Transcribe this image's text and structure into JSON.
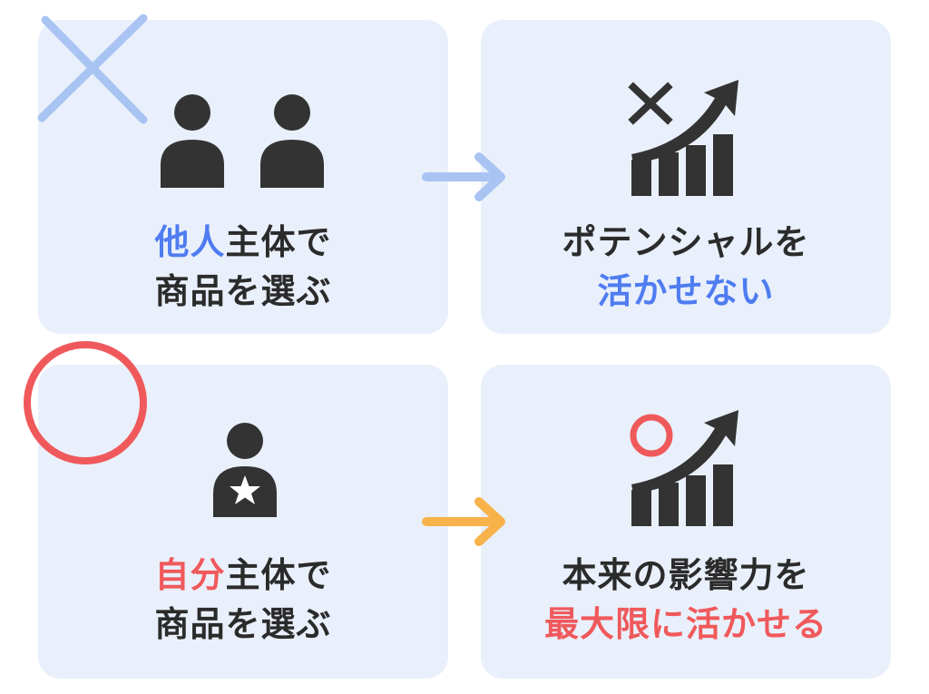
{
  "top_left": {
    "line1_highlight": "他人",
    "line1_rest": "主体で",
    "line2": "商品を選ぶ"
  },
  "top_right": {
    "line1": "ポテンシャルを",
    "line2_highlight": "活かせない"
  },
  "bottom_left": {
    "line1_highlight": "自分",
    "line1_rest": "主体で",
    "line2": "商品を選ぶ"
  },
  "bottom_right": {
    "line1": "本来の影響力を",
    "line2_highlight": "最大限に活かせる"
  },
  "colors": {
    "card_bg": "#e9f0fb",
    "text_dark": "#2b2b2b",
    "accent_blue": "#4f7cf0",
    "accent_red": "#f0595b",
    "mark_x": "#a9c4f2",
    "arrow_top": "#a9c4f2",
    "arrow_bottom": "#f7b24a"
  },
  "icons": [
    "x-mark-icon",
    "two-people-icon",
    "arrow-right-icon",
    "chart-up-x-icon",
    "circle-mark-icon",
    "person-star-icon",
    "chart-up-circle-icon"
  ]
}
